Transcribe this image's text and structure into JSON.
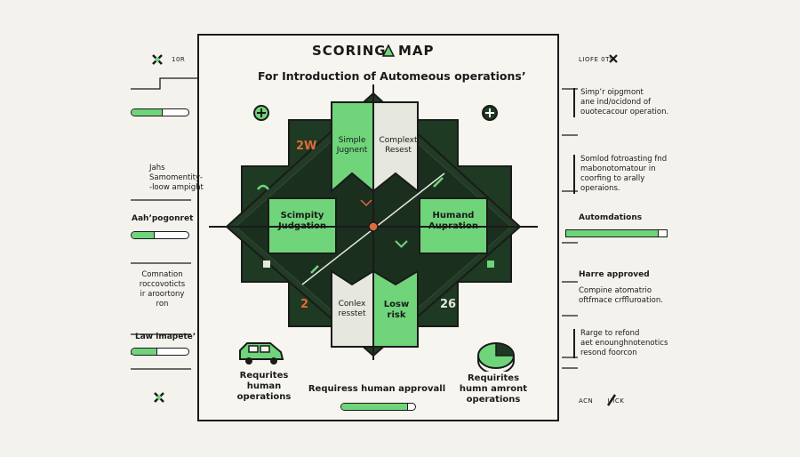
{
  "header": {
    "title_left": "SCORING",
    "title_right": "MAP",
    "subtitle": "For Introduction of Automeous operations’"
  },
  "corner_labels": {
    "top_left": "10R",
    "top_right": "LIOFE  0TS",
    "bottom_right": "ACN      UICK"
  },
  "left_notes": [
    {
      "text": "Jahs\nSamomentity-\n-loow ampight"
    },
    {
      "text": "Aah’pogonret"
    },
    {
      "text": "Comnation\nroccovoticts\nir aroortony\nron"
    },
    {
      "text": "Law imapete’"
    }
  ],
  "right_notes": [
    {
      "text": "Simp’r oipgmont\nane ind/ocidond of\nouotecacour operation."
    },
    {
      "text": "Somlod fotroasting fnd\nmabonotomatour in\ncoorfing to arally\noperaions."
    },
    {
      "text": "Automdations"
    },
    {
      "text": "Harre approved"
    },
    {
      "text": "Compine atomatrio\noftfmace crffluroation."
    },
    {
      "text": "Rarge to refond\naet enounghnotenotics\nresond foorcon"
    }
  ],
  "progress": {
    "left_top": 0.55,
    "left_mid": 0.4,
    "left_bottom": 0.45,
    "right_mid": 0.92,
    "bottom_center": 0.9
  },
  "cells": {
    "top_left_num": "2W",
    "top_left_lab": "Simple\nJugnent",
    "top_right_lab": "Complext\nResest",
    "mid_left_lab": "Scimpity\nJudgation",
    "mid_right_lab": "Humand\nAupration",
    "bottom_left_num": "2",
    "bottom_left_lab": "Conlex\nresstet",
    "bottom_right_lab": "Losw\nrisk",
    "bottom_right_num": "26"
  },
  "bottom": {
    "left": "Requrites\nhuman\noperations",
    "center": "Requiress human approvall",
    "right": "Requirites\nhumn amront\noperations"
  },
  "colors": {
    "green": "#6fd47a",
    "dark": "#1e3a22",
    "ink": "#1a1a1a",
    "accent": "#e06a3a"
  }
}
